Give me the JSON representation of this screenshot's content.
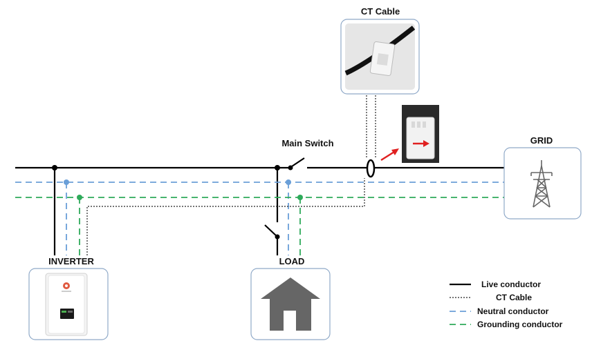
{
  "labels": {
    "ct_cable": "CT Cable",
    "main_switch": "Main Switch",
    "grid": "GRID",
    "inverter": "INVERTER",
    "load": "LOAD"
  },
  "legend": [
    {
      "label": "Live conductor",
      "style": "solid",
      "color": "#000000"
    },
    {
      "label": "CT Cable",
      "style": "dotted",
      "color": "#000000"
    },
    {
      "label": "Neutral conductor",
      "style": "dashed",
      "color": "#6a9fd8"
    },
    {
      "label": "Grounding conductor",
      "style": "dashed",
      "color": "#2eaa5a"
    }
  ],
  "colors": {
    "live": "#000000",
    "neutral": "#6a9fd8",
    "ground": "#2eaa5a",
    "arrow": "#e02020",
    "box_border": "#8fa9c8"
  },
  "icons": {
    "inverter": "inverter-icon",
    "load": "house-icon",
    "grid": "transmission-tower-icon",
    "ct_photo": "ct-clamp-photo",
    "ct_closeup": "ct-clamp-closeup-photo"
  }
}
